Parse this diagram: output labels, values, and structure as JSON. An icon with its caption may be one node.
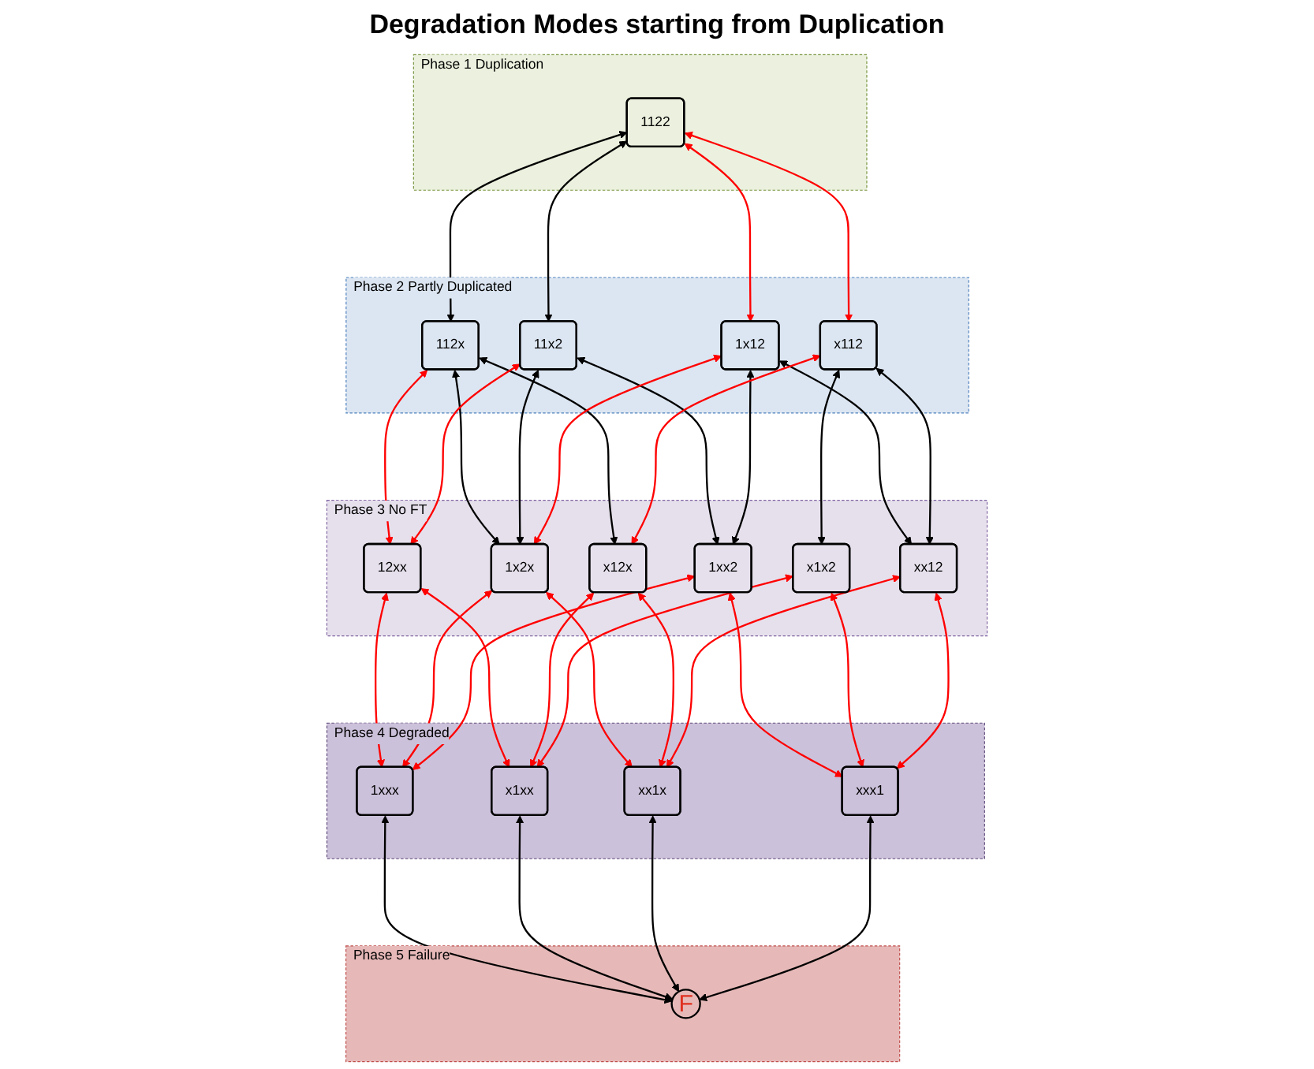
{
  "diagram": {
    "title": "Degradation Modes starting from Duplication",
    "nodes": [
      {
        "text": [
          "Phase 1 Duplication"
        ]
      },
      {
        "text": [
          "1122"
        ],
        "in": 0
      },
      {
        "text": [
          "Phase 2 Partly Duplicated"
        ]
      },
      {
        "text": [
          "112x"
        ],
        "in": 2
      },
      {
        "text": [
          "11x2"
        ],
        "in": 2
      },
      {
        "text": [
          "1x12"
        ],
        "in": 2
      },
      {
        "text": [
          "x112"
        ],
        "in": 2
      },
      {
        "text": [
          "Phase 3 No FT"
        ]
      },
      {
        "text": [
          "12xx"
        ],
        "in": 7
      },
      {
        "text": [
          "1x2x"
        ],
        "in": 7
      },
      {
        "text": [
          "x12x"
        ],
        "in": 7
      },
      {
        "text": [
          "1xx2"
        ],
        "in": 7
      },
      {
        "text": [
          "x1x2"
        ],
        "in": 7
      },
      {
        "text": [
          "xx12"
        ],
        "in": 7
      },
      {
        "text": [
          "Phase 4 Degraded"
        ]
      },
      {
        "text": [
          "1xxx"
        ],
        "in": 14
      },
      {
        "text": [
          "x1xx"
        ],
        "in": 14
      },
      {
        "text": [
          "xx1x"
        ],
        "in": 14
      },
      {
        "text": [
          "xxx1"
        ],
        "in": 14
      },
      {
        "text": [
          "Phase 5 Failure"
        ]
      },
      {
        "text": [
          "F"
        ],
        "in": 19
      }
    ],
    "edges": [
      {
        "from": 1,
        "to": 3,
        "arrow": "both",
        "color": "#000000"
      },
      {
        "from": 1,
        "to": 4,
        "arrow": "both",
        "color": "#000000"
      },
      {
        "from": 1,
        "to": 5,
        "arrow": "both",
        "color": "#ff0000"
      },
      {
        "from": 1,
        "to": 6,
        "arrow": "both",
        "color": "#ff0000"
      },
      {
        "from": 3,
        "to": 8,
        "arrow": "both",
        "color": "#ff0000"
      },
      {
        "from": 3,
        "to": 9,
        "arrow": "both",
        "color": "#000000"
      },
      {
        "from": 3,
        "to": 10,
        "arrow": "both",
        "color": "#000000"
      },
      {
        "from": 4,
        "to": 8,
        "arrow": "both",
        "color": "#ff0000"
      },
      {
        "from": 4,
        "to": 9,
        "arrow": "both",
        "color": "#000000"
      },
      {
        "from": 4,
        "to": 11,
        "arrow": "both",
        "color": "#000000"
      },
      {
        "from": 5,
        "to": 9,
        "arrow": "both",
        "color": "#ff0000"
      },
      {
        "from": 5,
        "to": 11,
        "arrow": "both",
        "color": "#000000"
      },
      {
        "from": 5,
        "to": 13,
        "arrow": "both",
        "color": "#000000"
      },
      {
        "from": 6,
        "to": 10,
        "arrow": "both",
        "color": "#ff0000"
      },
      {
        "from": 6,
        "to": 12,
        "arrow": "both",
        "color": "#000000"
      },
      {
        "from": 6,
        "to": 13,
        "arrow": "both",
        "color": "#000000"
      },
      {
        "from": 8,
        "to": 15,
        "arrow": "both",
        "color": "#ff0000"
      },
      {
        "from": 8,
        "to": 16,
        "arrow": "both",
        "color": "#ff0000"
      },
      {
        "from": 9,
        "to": 15,
        "arrow": "both",
        "color": "#ff0000"
      },
      {
        "from": 9,
        "to": 17,
        "arrow": "both",
        "color": "#ff0000"
      },
      {
        "from": 10,
        "to": 16,
        "arrow": "both",
        "color": "#ff0000"
      },
      {
        "from": 10,
        "to": 17,
        "arrow": "both",
        "color": "#ff0000"
      },
      {
        "from": 11,
        "to": 15,
        "arrow": "both",
        "color": "#ff0000"
      },
      {
        "from": 11,
        "to": 18,
        "arrow": "both",
        "color": "#ff0000"
      },
      {
        "from": 12,
        "to": 16,
        "arrow": "both",
        "color": "#ff0000"
      },
      {
        "from": 12,
        "to": 18,
        "arrow": "both",
        "color": "#ff0000"
      },
      {
        "from": 13,
        "to": 17,
        "arrow": "both",
        "color": "#ff0000"
      },
      {
        "from": 13,
        "to": 18,
        "arrow": "both",
        "color": "#ff0000"
      },
      {
        "from": 15,
        "to": 20,
        "arrow": "both",
        "color": "#000000"
      },
      {
        "from": 16,
        "to": 20,
        "arrow": "both",
        "color": "#000000"
      },
      {
        "from": 17,
        "to": 20,
        "arrow": "both",
        "color": "#000000"
      },
      {
        "from": 18,
        "to": 20,
        "arrow": "both",
        "color": "#000000"
      }
    ]
  }
}
